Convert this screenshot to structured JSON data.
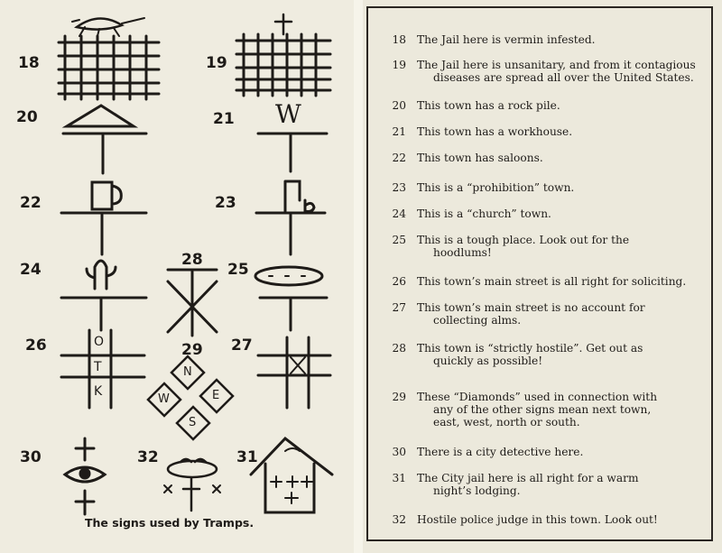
{
  "caption": "The signs used by Tramps.",
  "signs": [
    {
      "num": "18",
      "meaning": "The Jail here is vermin infested."
    },
    {
      "num": "19",
      "meaning": "The Jail here is unsanitary, and from it contagious",
      "meaning2": "diseases are spread all over the United States."
    },
    {
      "num": "20",
      "meaning": "This town has a rock pile."
    },
    {
      "num": "21",
      "meaning": "This town has a workhouse."
    },
    {
      "num": "22",
      "meaning": "This town has saloons."
    },
    {
      "num": "23",
      "meaning": "This is a “prohibition” town."
    },
    {
      "num": "24",
      "meaning": "This is a “church” town."
    },
    {
      "num": "25",
      "meaning": "This is a tough place. Look out for the",
      "meaning2": "hoodlums!"
    },
    {
      "num": "26",
      "meaning": "This town’s main street is all right for soliciting."
    },
    {
      "num": "27",
      "meaning": "This town’s main street is no account for",
      "meaning2": "collecting alms."
    },
    {
      "num": "28",
      "meaning": "This town is “strictly hostile”. Get out as",
      "meaning2": "quickly as possible!"
    },
    {
      "num": "29",
      "meaning": "These “Diamonds” used in connection with",
      "meaning2": "any of the other signs mean next town,",
      "meaning3": "east, west, north or south."
    },
    {
      "num": "30",
      "meaning": "There is a city detective here."
    },
    {
      "num": "31",
      "meaning": "The City jail here is all right for a warm",
      "meaning2": "night’s lodging."
    },
    {
      "num": "32",
      "meaning": "Hostile police judge in this town. Look out!"
    }
  ],
  "figure_letters": {
    "o": "O",
    "t": "T",
    "k": "K",
    "north": "N",
    "east": "E",
    "west": "W",
    "south": "S",
    "w": "W"
  }
}
